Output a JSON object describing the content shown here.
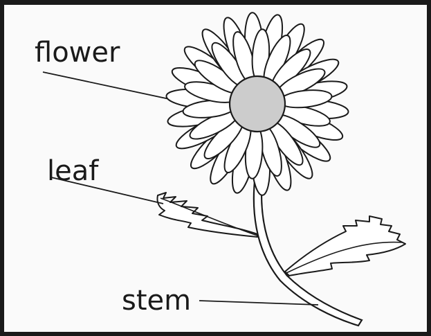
{
  "labels": {
    "flower": "flower",
    "leaf": "leaf",
    "stem": "stem"
  },
  "colors": {
    "outline": "#1a1a1a",
    "petal_fill": "#ffffff",
    "center_fill": "#cccccc",
    "background": "#fafafa"
  },
  "flower": {
    "outer_petal_count": 22,
    "inner_petal_count": 18
  }
}
